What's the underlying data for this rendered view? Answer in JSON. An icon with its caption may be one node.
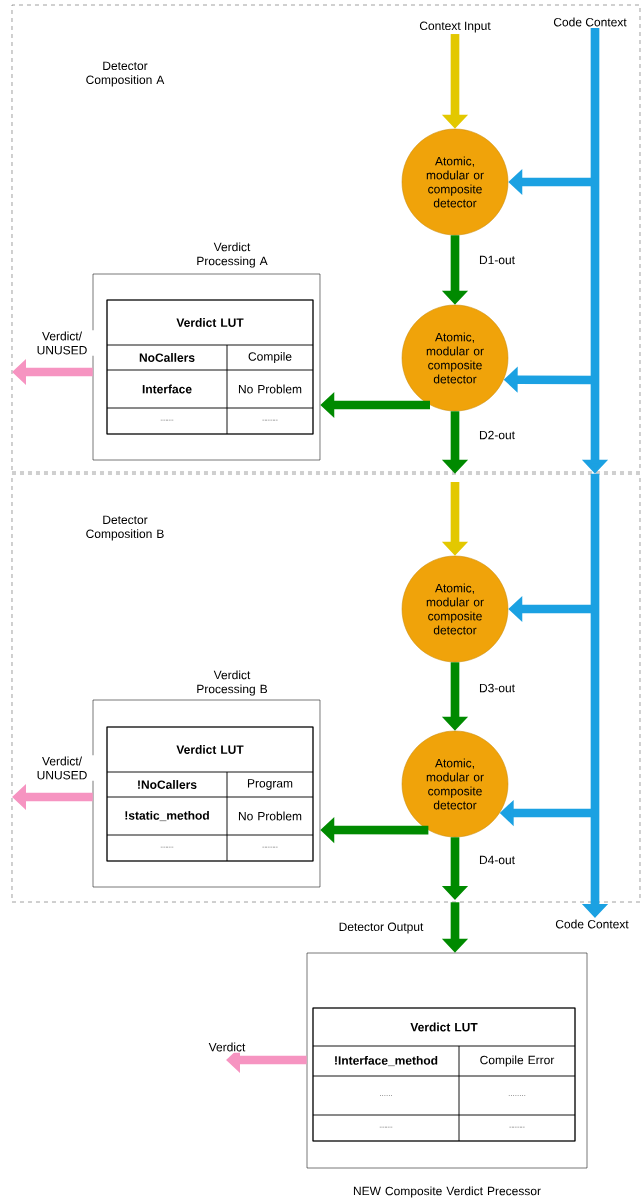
{
  "diagram": {
    "nodes": [
      {
        "text": [
          "Detector Composition A"
        ]
      },
      {
        "text": [
          "Context Input"
        ],
        "in": 0
      },
      {
        "text": [
          "Code Context"
        ],
        "in": 0
      },
      {
        "text": [
          "Atomic, modular or composite detector"
        ],
        "in": 0
      },
      {
        "text": [
          "Atomic, modular or composite detector"
        ],
        "in": 0
      },
      {
        "text": [
          "Verdict Processing A"
        ],
        "in": 0
      },
      {
        "text": [
          "Verdict LUT",
          "NoCallers",
          "Compile",
          "Interface",
          "No Problem",
          "-----",
          "------"
        ],
        "in": 5
      },
      {
        "text": [
          "Detector Composition B"
        ]
      },
      {
        "text": [
          "Atomic, modular or composite detector"
        ],
        "in": 7
      },
      {
        "text": [
          "Atomic, modular or composite detector"
        ],
        "in": 7
      },
      {
        "text": [
          "Verdict Processing B"
        ],
        "in": 7
      },
      {
        "text": [
          "Verdict LUT",
          "!NoCallers",
          "Program",
          "!static_method",
          "No Problem",
          "-----",
          "------"
        ],
        "in": 10
      },
      {
        "text": [
          "Code Context"
        ]
      },
      {
        "text": [
          "NEW Composite Verdict Precessor"
        ]
      },
      {
        "text": [
          "Verdict LUT",
          "!Interface_method",
          "Compile Error",
          "......",
          "........",
          "-----",
          "------"
        ],
        "in": 13
      }
    ],
    "edges": [
      {
        "from": 1,
        "to": 3,
        "arrow": "to",
        "color": "#e3c800"
      },
      {
        "from": 2,
        "to": 7,
        "arrow": "to",
        "color": "#1ba1e2"
      },
      {
        "from": null,
        "to": 3,
        "arrow": "to",
        "color": "#1ba1e2"
      },
      {
        "from": null,
        "to": 4,
        "arrow": "to",
        "color": "#1ba1e2"
      },
      {
        "from": 3,
        "to": 4,
        "arrow": "to",
        "label": "D1-out",
        "color": "#008a00"
      },
      {
        "from": 4,
        "to": 7,
        "arrow": "to",
        "label": "D2-out",
        "color": "#008a00"
      },
      {
        "from": 4,
        "to": 5,
        "arrow": "to",
        "color": "#008a00"
      },
      {
        "from": 5,
        "to": null,
        "arrow": "to",
        "label": "Verdict/ UNUSED",
        "color": "#f694c1"
      },
      {
        "from": null,
        "to": 8,
        "arrow": "to",
        "color": "#e3c800"
      },
      {
        "from": 7,
        "to": 12,
        "arrow": "to",
        "color": "#1ba1e2"
      },
      {
        "from": null,
        "to": 8,
        "arrow": "to",
        "color": "#1ba1e2"
      },
      {
        "from": null,
        "to": 9,
        "arrow": "to",
        "color": "#1ba1e2"
      },
      {
        "from": 8,
        "to": 9,
        "arrow": "to",
        "label": "D3-out",
        "color": "#008a00"
      },
      {
        "from": 9,
        "to": null,
        "arrow": "to",
        "label": "D4-out",
        "color": "#008a00"
      },
      {
        "from": 9,
        "to": 10,
        "arrow": "to",
        "color": "#008a00"
      },
      {
        "from": 10,
        "to": null,
        "arrow": "to",
        "label": "Verdict/ UNUSED",
        "color": "#f694c1"
      },
      {
        "from": 7,
        "to": 13,
        "arrow": "to",
        "label": "Detector Output",
        "color": "#008a00"
      },
      {
        "from": 13,
        "to": null,
        "arrow": "to",
        "label": "Verdict",
        "color": "#f694c1"
      }
    ]
  }
}
